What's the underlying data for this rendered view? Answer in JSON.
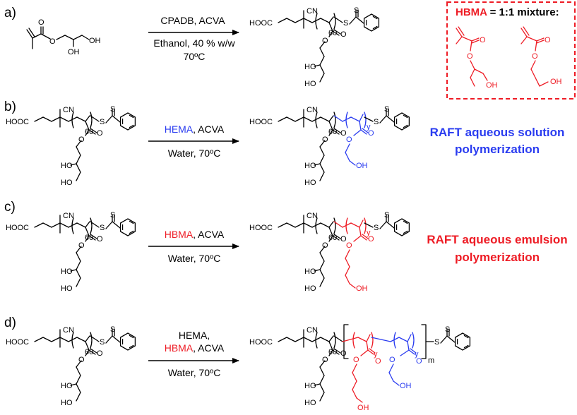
{
  "colors": {
    "black": "#000000",
    "blue": "#2a3cf0",
    "red": "#ee1c25"
  },
  "labels": {
    "a": "a)",
    "b": "b)",
    "c": "c)",
    "d": "d)"
  },
  "atoms": {
    "O": "O",
    "OH": "OH",
    "HO": "HO",
    "HOOC": "HOOC",
    "CN": "CN",
    "S": "S"
  },
  "subscripts": {
    "n60": "60",
    "y": "y",
    "m": "m"
  },
  "reaction_a": {
    "reagents": "CPADB, ACVA",
    "solvent": "Ethanol, 40 % w/w",
    "temperature": "70ºC"
  },
  "reaction_b": {
    "monomer": "HEMA",
    "initiator": ", ACVA",
    "conditions": "Water,  70ºC",
    "title_line1": "RAFT aqueous solution",
    "title_line2": "polymerization"
  },
  "reaction_c": {
    "monomer": "HBMA",
    "initiator": ", ACVA",
    "conditions": "Water,  70ºC",
    "title_line1": "RAFT aqueous emulsion",
    "title_line2": "polymerization"
  },
  "reaction_d": {
    "monomer1": "HEMA,",
    "monomer2": "HBMA",
    "initiator": ", ACVA",
    "conditions": "Water,  70ºC"
  },
  "hbma_box": {
    "bold_red": "HBMA",
    "rest": " = 1:1 mixture:"
  }
}
